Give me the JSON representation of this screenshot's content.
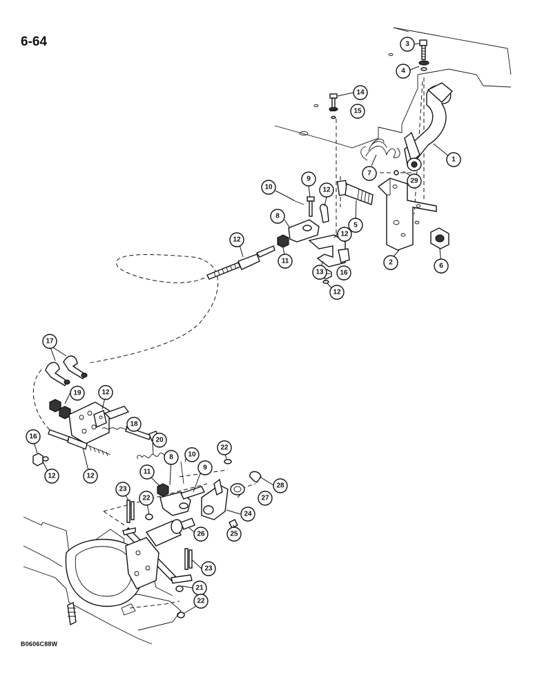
{
  "page": {
    "number": "6-64",
    "figure_code": "B0606C88W"
  },
  "callouts": [
    {
      "id": "c3",
      "label": "3"
    },
    {
      "id": "c4",
      "label": "4"
    },
    {
      "id": "c14",
      "label": "14"
    },
    {
      "id": "c15",
      "label": "15"
    },
    {
      "id": "c1",
      "label": "1"
    },
    {
      "id": "c7",
      "label": "7"
    },
    {
      "id": "c29",
      "label": "29"
    },
    {
      "id": "c9a",
      "label": "9"
    },
    {
      "id": "c10a",
      "label": "10"
    },
    {
      "id": "c12a",
      "label": "12"
    },
    {
      "id": "c8a",
      "label": "8"
    },
    {
      "id": "c5",
      "label": "5"
    },
    {
      "id": "c12b",
      "label": "12"
    },
    {
      "id": "c12c",
      "label": "12"
    },
    {
      "id": "c11a",
      "label": "11"
    },
    {
      "id": "c13",
      "label": "13"
    },
    {
      "id": "c2",
      "label": "2"
    },
    {
      "id": "c6",
      "label": "6"
    },
    {
      "id": "c16a",
      "label": "16"
    },
    {
      "id": "c12d",
      "label": "12"
    },
    {
      "id": "c17",
      "label": "17"
    },
    {
      "id": "c19",
      "label": "19"
    },
    {
      "id": "c12e",
      "label": "12"
    },
    {
      "id": "c18",
      "label": "18"
    },
    {
      "id": "c20",
      "label": "20"
    },
    {
      "id": "c16b",
      "label": "16"
    },
    {
      "id": "c12f",
      "label": "12"
    },
    {
      "id": "c12g",
      "label": "12"
    },
    {
      "id": "c22a",
      "label": "22"
    },
    {
      "id": "c8b",
      "label": "8"
    },
    {
      "id": "c10b",
      "label": "10"
    },
    {
      "id": "c9b",
      "label": "9"
    },
    {
      "id": "c28",
      "label": "28"
    },
    {
      "id": "c11b",
      "label": "11"
    },
    {
      "id": "c27",
      "label": "27"
    },
    {
      "id": "c23a",
      "label": "23"
    },
    {
      "id": "c22b",
      "label": "22"
    },
    {
      "id": "c24",
      "label": "24"
    },
    {
      "id": "c26",
      "label": "26"
    },
    {
      "id": "c25",
      "label": "25"
    },
    {
      "id": "c23b",
      "label": "23"
    },
    {
      "id": "c21",
      "label": "21"
    },
    {
      "id": "c22c",
      "label": "22"
    }
  ]
}
